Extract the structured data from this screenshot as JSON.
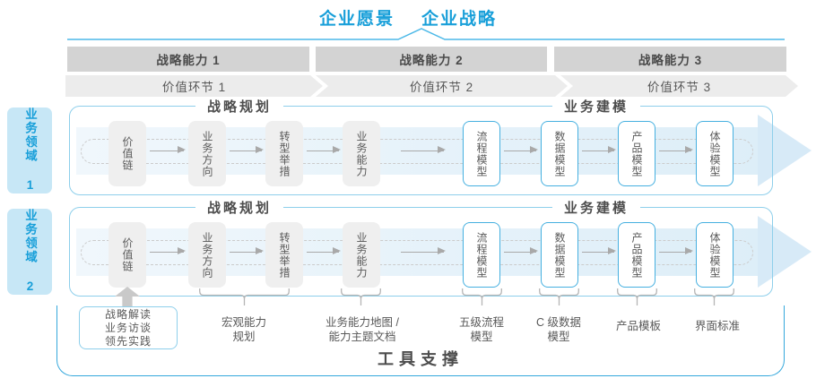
{
  "title": {
    "part1": "企业愿景",
    "part2": "企业战略"
  },
  "capability_bands": [
    "战略能力 1",
    "战略能力 2",
    "战略能力 3"
  ],
  "value_bands": [
    "价值环节 1",
    "价值环节 2",
    "价值环节 3"
  ],
  "domains": [
    "业务领域 1",
    "业务领域 2"
  ],
  "rows": [
    {
      "planning_title": "战略规划",
      "modeling_title": "业务建模",
      "boxes": [
        "价值链",
        "业务方向",
        "转型举措",
        "业务能力",
        "流程模型",
        "数据模型",
        "产品模型",
        "体验模型"
      ]
    },
    {
      "planning_title": "战略规划",
      "modeling_title": "业务建模",
      "boxes": [
        "价值链",
        "业务方向",
        "转型举措",
        "业务能力",
        "流程模型",
        "数据模型",
        "产品模型",
        "体验模型"
      ]
    }
  ],
  "annotations": {
    "practice_box": [
      "战略解读",
      "业务访谈",
      "领先实践"
    ],
    "labels": [
      {
        "line1": "宏观能力",
        "line2": "规划"
      },
      {
        "line1": "业务能力地图 /",
        "line2": "能力主题文档"
      },
      {
        "line1": "五级流程",
        "line2": "模型"
      },
      {
        "line1": "C 级数据",
        "line2": "模型"
      },
      {
        "line1": "产品模板",
        "line2": ""
      },
      {
        "line1": "界面标准",
        "line2": ""
      }
    ]
  },
  "footer": {
    "label": "工具支撑"
  },
  "colors": {
    "accent_blue": "#189fd9",
    "line_blue": "#4db9e8",
    "container_border": "#8ecfeb",
    "footer_border": "#35a8dc",
    "band_dark": "#d3d3d3",
    "band_light": "#ececec",
    "box_gray": "#efefef",
    "box_blue_border": "#46b0e0",
    "flow_band": "#ddeef8",
    "flow_head": "#d7eaf7",
    "text_dark": "#4d4d4d",
    "text_mid": "#595959"
  }
}
